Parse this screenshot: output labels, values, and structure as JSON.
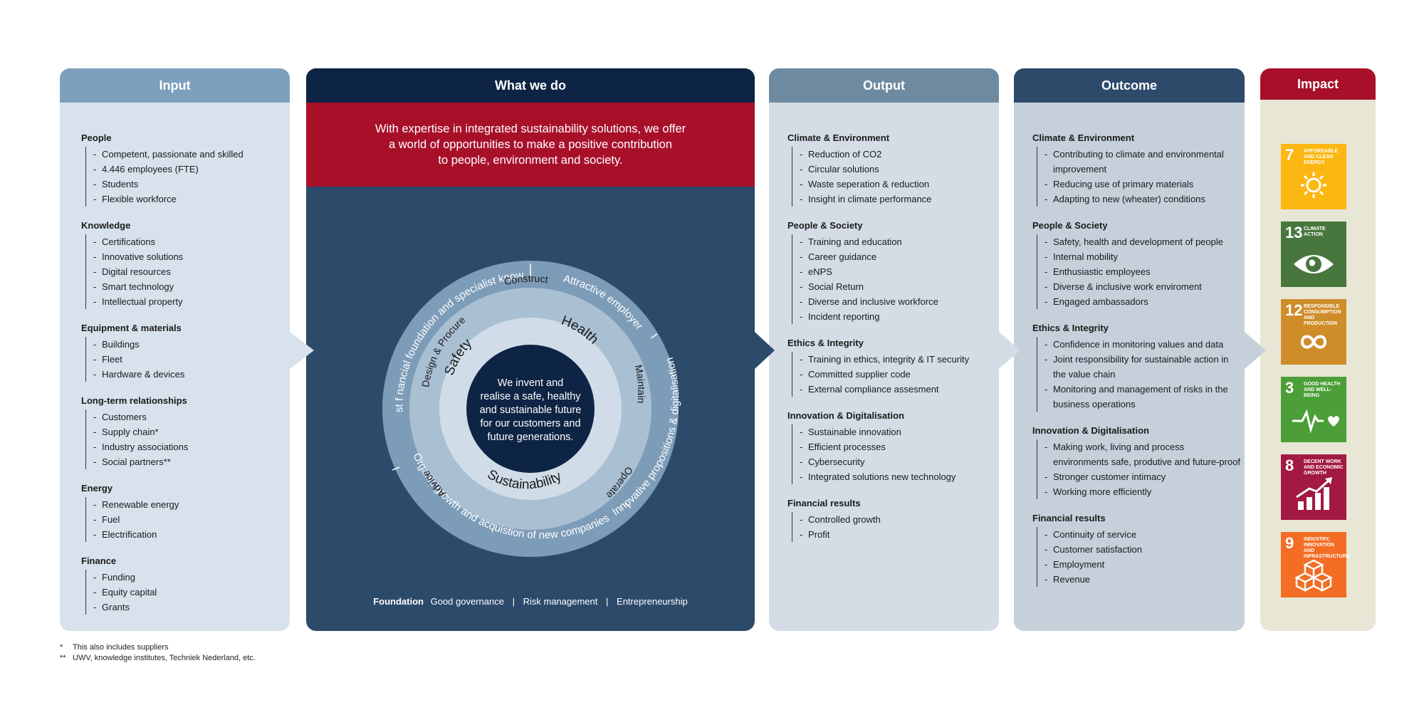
{
  "input": {
    "title": "Input",
    "groups": [
      {
        "title": "People",
        "items": [
          "Competent, passionate and skilled",
          "4.446 employees (FTE)",
          "Students",
          "Flexible workforce"
        ]
      },
      {
        "title": "Knowledge",
        "items": [
          "Certifications",
          "Innovative solutions",
          "Digital resources",
          "Smart technology",
          "Intellectual property"
        ]
      },
      {
        "title": "Equipment & materials",
        "items": [
          "Buildings",
          "Fleet",
          "Hardware & devices"
        ]
      },
      {
        "title": "Long-term relationships",
        "items": [
          "Customers",
          "Supply chain*",
          "Industry associations",
          "Social partners**"
        ]
      },
      {
        "title": "Energy",
        "items": [
          "Renewable energy",
          "Fuel",
          "Electrification"
        ]
      },
      {
        "title": "Finance",
        "items": [
          "Funding",
          "Equity capital",
          "Grants"
        ]
      }
    ]
  },
  "whatwedo": {
    "title": "What we do",
    "banner_lines": [
      "With expertise in integrated sustainability solutions, we offer",
      "a world of opportunities to make a positive contribution",
      "to people, environment and society."
    ],
    "outer_ring": [
      "Robust f nancial foundation and specialist knowledge",
      "Attractive employer",
      "Innovative propositions & digitalisation",
      "Organic growth and acquistion of new companies"
    ],
    "middle_ring": [
      "Construct",
      "Maintain",
      "Operate",
      "Advice",
      "Design & Procure"
    ],
    "inner_ring": [
      "Safety",
      "Health",
      "Sustainability"
    ],
    "center_lines": [
      "We invent and",
      "realise a safe, healthy",
      "and sustainable future",
      "for our customers and",
      "future generations."
    ],
    "foundation_label": "Foundation",
    "foundation_items": [
      "Good governance",
      "Risk management",
      "Entrepreneurship"
    ],
    "separator": "|"
  },
  "output": {
    "title": "Output",
    "groups": [
      {
        "title": "Climate & Environment",
        "items": [
          "Reduction of CO2",
          "Circular solutions",
          "Waste seperation & reduction",
          "Insight in climate performance"
        ]
      },
      {
        "title": "People & Society",
        "items": [
          "Training and education",
          "Career guidance",
          "eNPS",
          "Social Return",
          "Diverse and inclusive workforce",
          "Incident reporting"
        ]
      },
      {
        "title": "Ethics & Integrity",
        "items": [
          "Training in ethics, integrity & IT security",
          "Committed supplier code",
          "External compliance assesment"
        ]
      },
      {
        "title": "Innovation & Digitalisation",
        "items": [
          "Sustainable innovation",
          "Efficient processes",
          "Cybersecurity",
          "Integrated solutions new technology"
        ]
      },
      {
        "title": "Financial results",
        "items": [
          "Controlled growth",
          "Profit"
        ]
      }
    ]
  },
  "outcome": {
    "title": "Outcome",
    "groups": [
      {
        "title": "Climate & Environment",
        "items": [
          "Contributing to climate and environmental improvement",
          "Reducing use of primary materials",
          "Adapting to new (wheater) conditions"
        ]
      },
      {
        "title": "People & Society",
        "items": [
          "Safety, health and development of people",
          "Internal mobility",
          "Enthusiastic employees",
          "Diverse & inclusive work enviroment",
          "Engaged ambassadors"
        ]
      },
      {
        "title": "Ethics & Integrity",
        "items": [
          "Confidence in monitoring values and data",
          "Joint responsibility for sustainable action in the value chain",
          "Monitoring and management of risks in the business operations"
        ]
      },
      {
        "title": "Innovation & Digitalisation",
        "items": [
          "Making work, living and process environments safe, produtive and future-proof",
          "Stronger customer intimacy",
          "Working more efficiently"
        ]
      },
      {
        "title": "Financial results",
        "items": [
          "Continuity of service",
          "Customer satisfaction",
          "Employment",
          "Revenue"
        ]
      }
    ]
  },
  "impact": {
    "title": "Impact",
    "sdgs": [
      {
        "number": "7",
        "label": "Affordable and clean energy",
        "color": "#fcb713",
        "icon": "sun-icon"
      },
      {
        "number": "13",
        "label": "Climate action",
        "color": "#48773e",
        "icon": "eye-globe-icon"
      },
      {
        "number": "12",
        "label": "Responsible consumption and production",
        "color": "#cf8d2a",
        "icon": "infinity-icon"
      },
      {
        "number": "3",
        "label": "Good health and well-being",
        "color": "#4c9f38",
        "icon": "heartbeat-icon"
      },
      {
        "number": "8",
        "label": "Decent work and economic growth",
        "color": "#a21942",
        "icon": "growth-chart-icon"
      },
      {
        "number": "9",
        "label": "Industry, innovation and infrastructure",
        "color": "#f36d25",
        "icon": "cubes-icon"
      }
    ]
  },
  "footnotes": [
    {
      "mark": "*",
      "text": "This also includes suppliers"
    },
    {
      "mark": "**",
      "text": "UWV, knowledge institutes, Techniek Nederland, etc."
    }
  ],
  "colors": {
    "red": "#a8102a",
    "navy": "#0e2444",
    "slate": "#2c4a6a",
    "outer_ring": "#7d9cb8",
    "middle_ring": "#a9bfd2",
    "inner_ring": "#d0dde8",
    "center": "#0e2444"
  }
}
